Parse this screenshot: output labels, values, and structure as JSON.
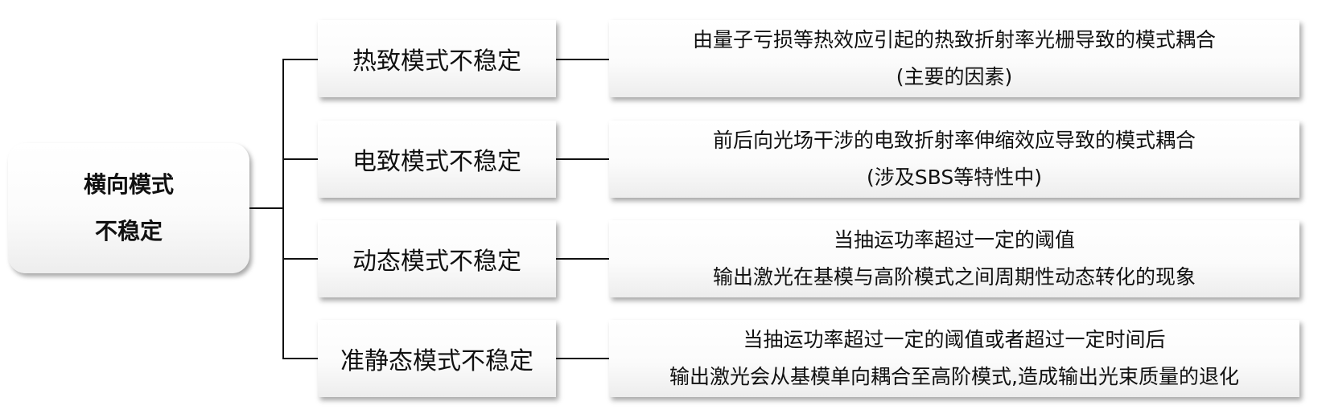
{
  "root": {
    "line1": "横向模式",
    "line2": "不稳定"
  },
  "modes": [
    {
      "label": "热致模式不稳定",
      "desc1": "由量子亏损等热效应引起的热致折射率光栅导致的模式耦合",
      "desc2": "(主要的因素)"
    },
    {
      "label": "电致模式不稳定",
      "desc1": "前后向光场干涉的电致折射率伸缩效应导致的模式耦合",
      "desc2": "(涉及SBS等特性中)"
    },
    {
      "label": "动态模式不稳定",
      "desc1": "当抽运功率超过一定的阈值",
      "desc2": "输出激光在基模与高阶模式之间周期性动态转化的现象"
    },
    {
      "label": "准静态模式不稳定",
      "desc1": "当抽运功率超过一定的阈值或者超过一定时间后",
      "desc2": "输出激光会从基模单向耦合至高阶模式,造成输出光束质量的退化"
    }
  ]
}
